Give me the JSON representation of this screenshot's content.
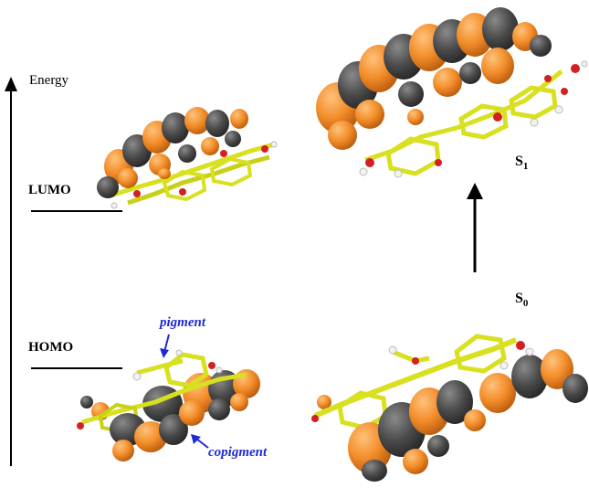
{
  "labels": {
    "energy": "Energy",
    "lumo": "LUMO",
    "homo": "HOMO",
    "s1_main": "S",
    "s1_sub": "1",
    "s0_main": "S",
    "s0_sub": "0",
    "pigment": "pigment",
    "copigment": "copigment"
  },
  "colors": {
    "orbital_positive": "#f28c28",
    "orbital_negative": "#4a4a4a",
    "carbon_bond": "#d8e020",
    "oxygen": "#d42020",
    "hydrogen": "#f2f2f2",
    "annotation": "#1f2ad6"
  }
}
